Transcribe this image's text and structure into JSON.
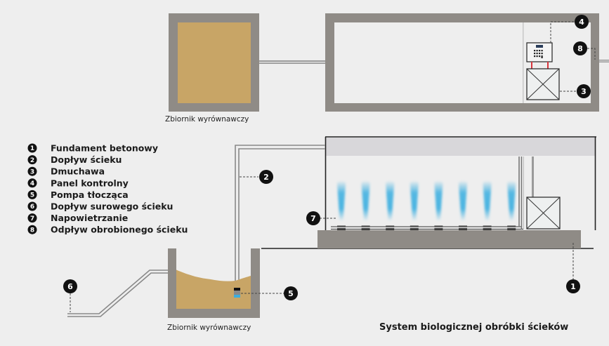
{
  "title": "System biologicznej obróbki ścieków",
  "labels": {
    "top_tank": "Zbiornik wyrównawczy",
    "bottom_tank": "Zbiornik wyrównawczy"
  },
  "legend": [
    {
      "num": "1",
      "text": "Fundament betonowy"
    },
    {
      "num": "2",
      "text": "Dopływ ścieku"
    },
    {
      "num": "3",
      "text": "Dmuchawa"
    },
    {
      "num": "4",
      "text": "Panel kontrolny"
    },
    {
      "num": "5",
      "text": "Pompa tłocząca"
    },
    {
      "num": "6",
      "text": "Dopływ surowego ścieku"
    },
    {
      "num": "7",
      "text": "Napowietrzanie"
    },
    {
      "num": "8",
      "text": "Odpływ obrobionego ścieku"
    }
  ],
  "markers": {
    "m1": "1",
    "m2": "2",
    "m3": "3",
    "m4": "4",
    "m5": "5",
    "m6": "6",
    "m7": "7",
    "m8": "8"
  },
  "aerator_count": 8,
  "colors": {
    "background": "#eeeeee",
    "concrete": "#8f8b86",
    "sludge": "#c8a566",
    "air_bubbles": "#3aaee0",
    "panel_connector": "#d9363e",
    "badge": "#111111"
  }
}
